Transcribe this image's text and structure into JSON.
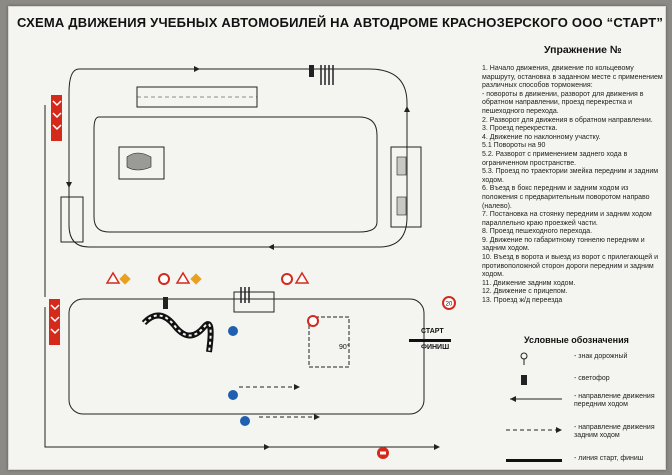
{
  "board": {
    "title": "СХЕМА ДВИЖЕНИЯ УЧЕБНЫХ АВТОМОБИЛЕЙ НА АВТОДРОМЕ КРАСНОЗЕРСКОГО ООО “СТАРТ”"
  },
  "exercise": {
    "title": "Упражнение №",
    "steps": [
      "1. Начало движения, движение по кольцевому маршруту, остановка в заданном месте с применением различных способов торможения:",
      "- повороты в движении, разворот для движения в обратном направлении, проезд перекрестка и пешеходного перехода.",
      "2. Разворот для движения в обратном направлении.",
      "3. Проезд перекрестка.",
      "4. Движение по наклонному участку.",
      "5.1   Повороты на 90",
      "5.2. Разворот с применением заднего хода в ограниченном пространстве.",
      "5.3. Проезд по траектории змейка передним и задним ходом.",
      "6. Въезд в бокс передним и задним ходом из положения с предварительным поворотом направо (налево).",
      "7. Постановка на стоянку передним и задним ходом параллельно краю проезжей части.",
      "8. Проезд пешеходного перехода.",
      "9. Движение по габаритному тоннелю передним и задним ходом.",
      "10. Въезд в ворота и выезд из ворот с прилегающей и противоположной сторон дороги передним и задним ходом.",
      "11. Движение задним ходом.",
      "12. Движение с прицепом.",
      "13. Проезд ж/д переезда"
    ]
  },
  "map": {
    "start_label": "СТАРТ",
    "finish_label": "ФИНИШ",
    "angle_label": "90°",
    "speed_limit": "20"
  },
  "legend": {
    "title": "Условные обозначения",
    "items": [
      {
        "icon": "road-sign-icon",
        "label": "- знак дорожный"
      },
      {
        "icon": "traffic-light-icon",
        "label": "- светофор"
      },
      {
        "icon": "forward-arrow-icon",
        "label": "- направление движения\nпередним ходом"
      },
      {
        "icon": "reverse-arrow-icon",
        "label": "- направление движения\nзадним ходом"
      },
      {
        "icon": "start-finish-line-icon",
        "label": "- линия старт, финиш"
      }
    ]
  },
  "colors": {
    "board": "#f4f4f0",
    "track_line": "#222222",
    "sign_red": "#d42a1c",
    "sign_blue": "#1f5fb0",
    "sign_orange": "#e8a020"
  }
}
